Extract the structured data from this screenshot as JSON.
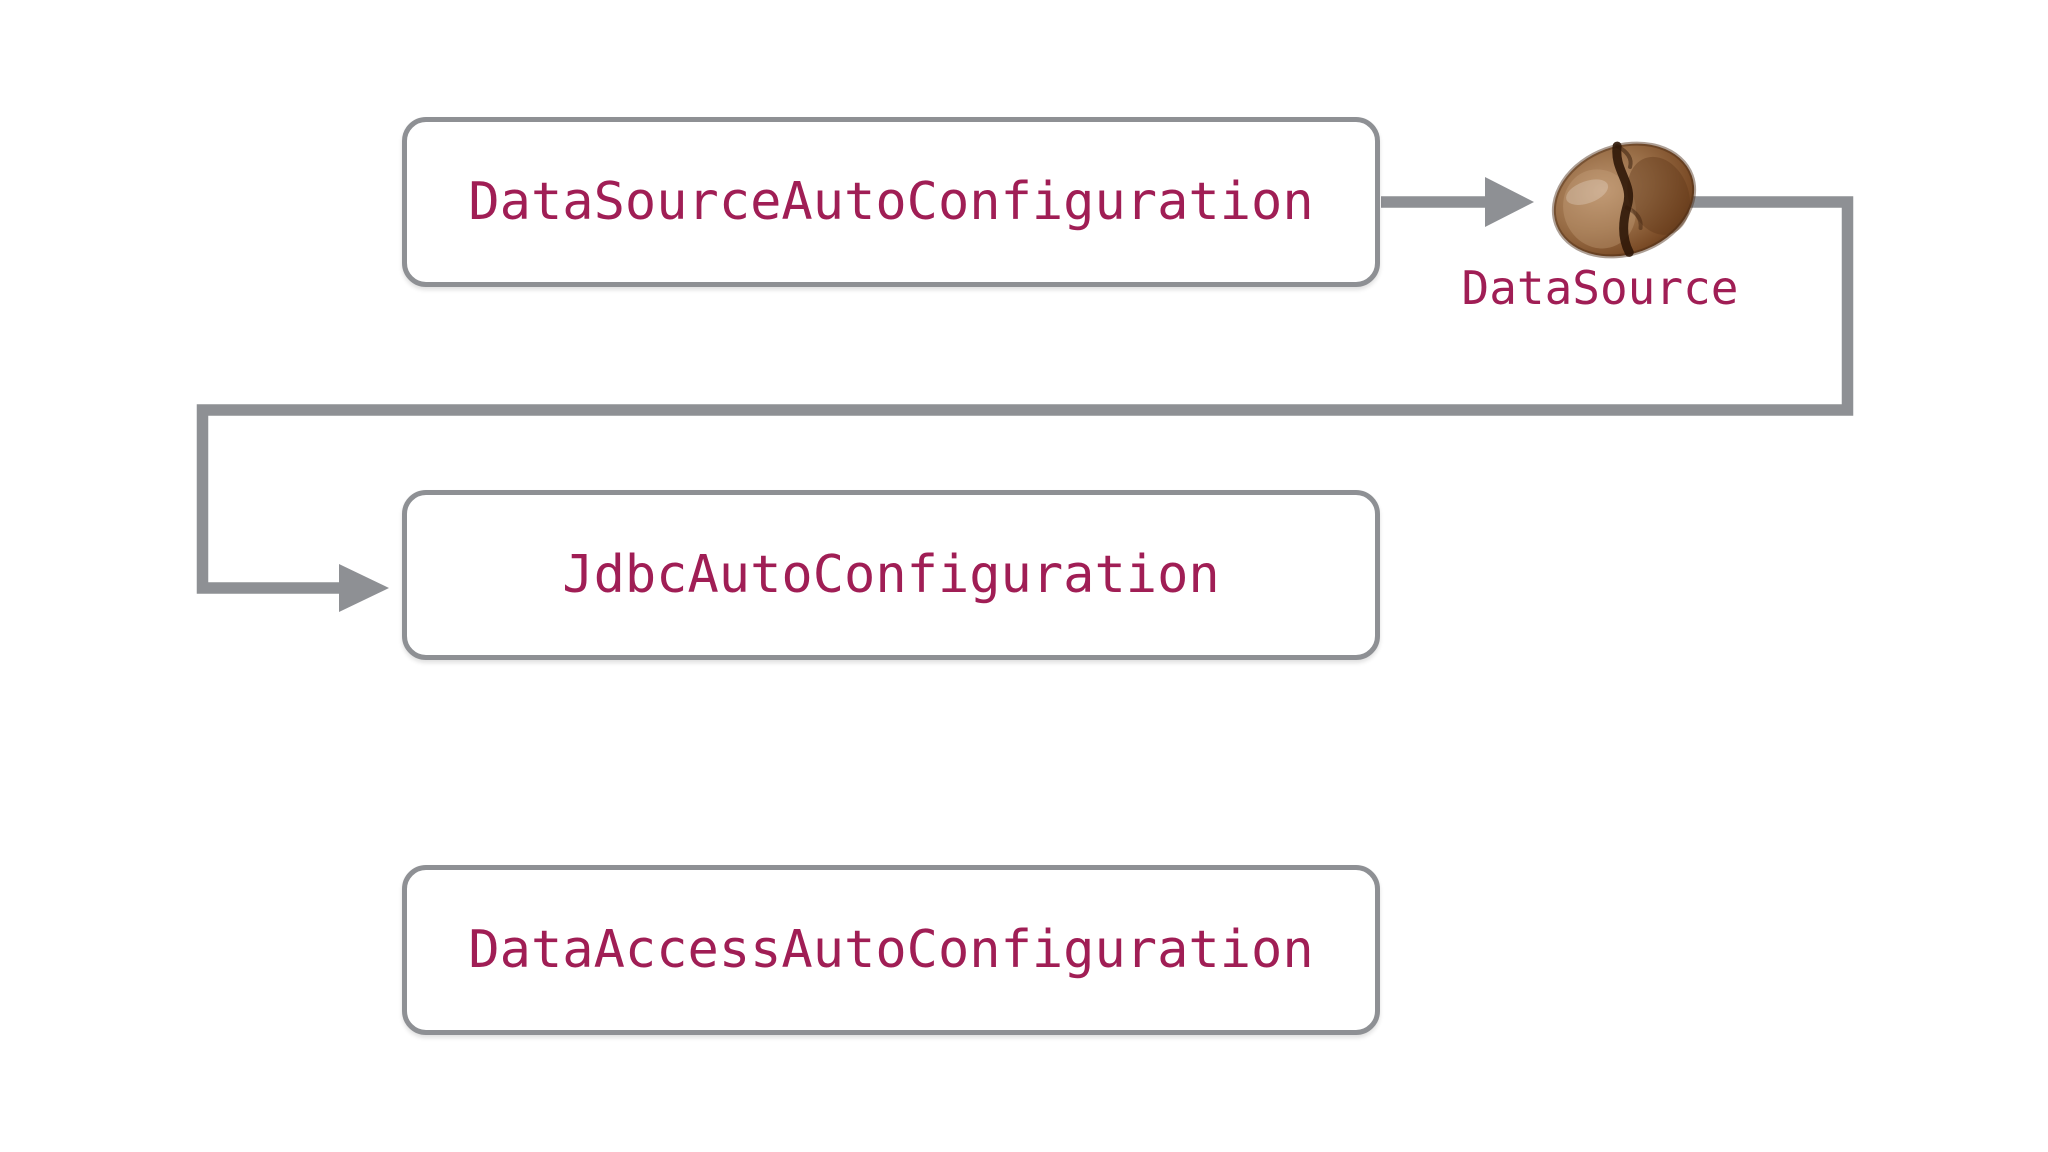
{
  "diagram": {
    "title_hint": "Spring Boot auto-configuration flow",
    "colors": {
      "background": "#FFFFFF",
      "box_fill": "#FFFFFF",
      "box_border_gray": "#8E9094",
      "connector_gray": "#8E9094",
      "text_crimson": "#A01E55",
      "bean_brown": "#7B4C27"
    },
    "boxes": [
      {
        "id": "datasource-auto-configuration",
        "label": "DataSourceAutoConfiguration"
      },
      {
        "id": "jdbc-auto-configuration",
        "label": "JdbcAutoConfiguration"
      },
      {
        "id": "data-access-auto-configuration",
        "label": "DataAccessAutoConfiguration"
      }
    ],
    "bean": {
      "icon": "coffee-bean-icon",
      "label": "DataSource"
    },
    "connectors": [
      {
        "from": "DataSourceAutoConfiguration",
        "to": "DataSource bean",
        "style": "arrow-right"
      },
      {
        "from": "DataSource bean",
        "to": "JdbcAutoConfiguration",
        "style": "right-down-left-down-arrow"
      }
    ]
  }
}
